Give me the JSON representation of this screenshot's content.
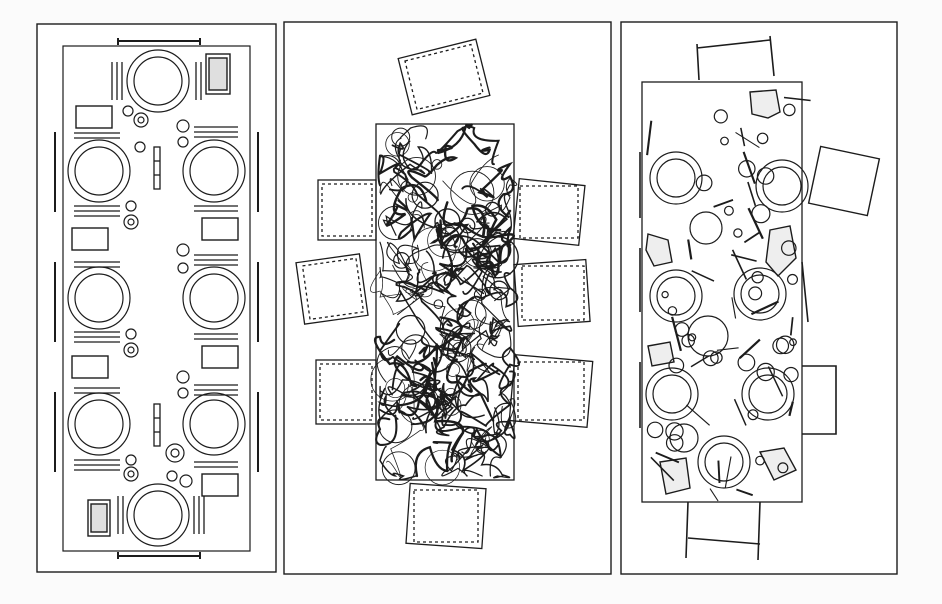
{
  "figure": {
    "panel_count": 3,
    "panels": [
      {
        "id": "set",
        "state": "table set for a meal, tidy and symmetric"
      },
      {
        "id": "traces",
        "state": "overlaid traces of movement during the meal"
      },
      {
        "id": "after",
        "state": "table after the meal, objects displaced"
      }
    ],
    "seats_per_table": 8,
    "colors": {
      "ink": "#1c1c1c",
      "paper": "#ffffff",
      "background": "#fbfbfb",
      "tint": "#9a9a9a"
    }
  }
}
